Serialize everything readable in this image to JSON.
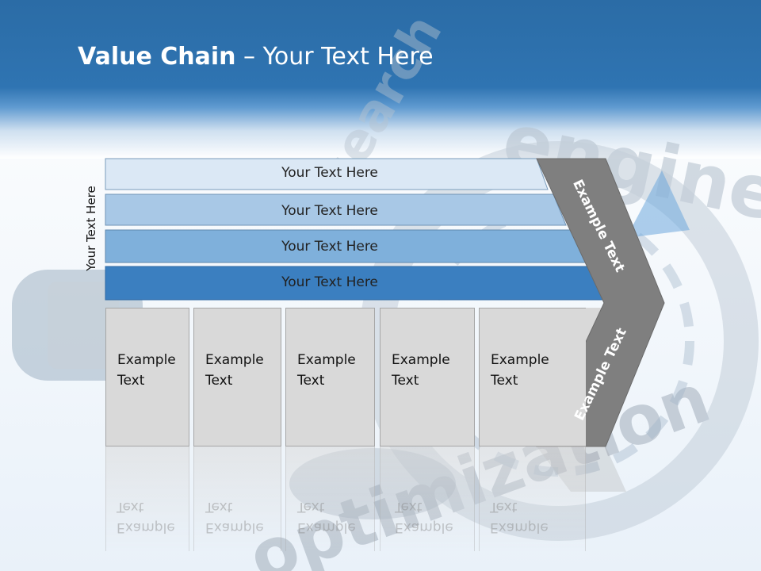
{
  "title": {
    "bold": "Value Chain",
    "rest": " – Your Text Here"
  },
  "side_label": "Your Text Here",
  "bars": [
    {
      "label": "Your Text Here",
      "color": "#dbe8f5"
    },
    {
      "label": "Your Text Here",
      "color": "#a8c8e6"
    },
    {
      "label": "Your Text Here",
      "color": "#7fb0db"
    },
    {
      "label": "Your Text Here",
      "color": "#3b7fc0"
    }
  ],
  "boxes": [
    {
      "line1": "Example",
      "line2": "Text"
    },
    {
      "line1": "Example",
      "line2": "Text"
    },
    {
      "line1": "Example",
      "line2": "Text"
    },
    {
      "line1": "Example",
      "line2": "Text"
    },
    {
      "line1": "Example",
      "line2": "Text"
    }
  ],
  "chevron": {
    "top_label": "Example Text",
    "bottom_label": "Example Text",
    "color": "#7f7f7f"
  },
  "background_art": {
    "word1": "engine",
    "word2": "optimization",
    "word3": "search"
  }
}
